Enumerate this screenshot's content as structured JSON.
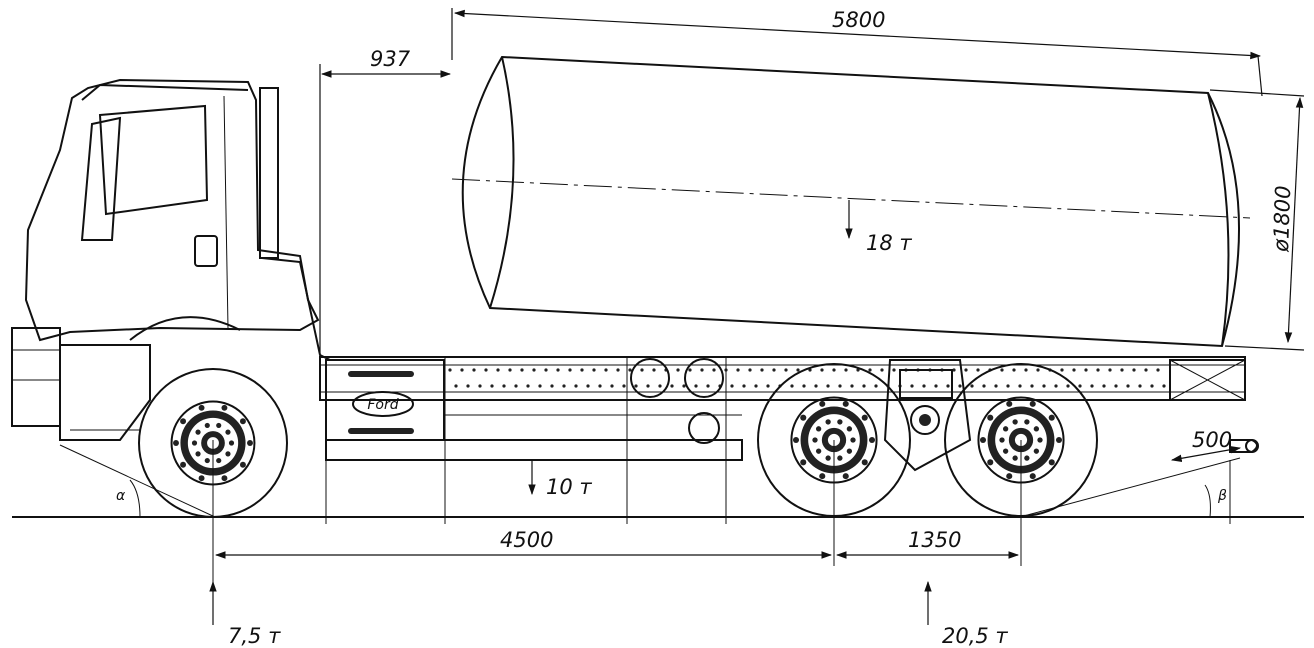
{
  "logo": {
    "text": "Ford"
  },
  "dimensions": {
    "tank_length": "5800",
    "cab_gap": "937",
    "tank_diameter": "ø1800",
    "wheelbase": "4500",
    "axle_spacing": "1350",
    "rear_overhang": "500"
  },
  "loads": {
    "tank_load": "18 т",
    "frame_load": "10 т",
    "front_axle": "7,5 т",
    "rear_axles": "20,5 т"
  },
  "angles": {
    "approach": "α",
    "departure": "β"
  }
}
